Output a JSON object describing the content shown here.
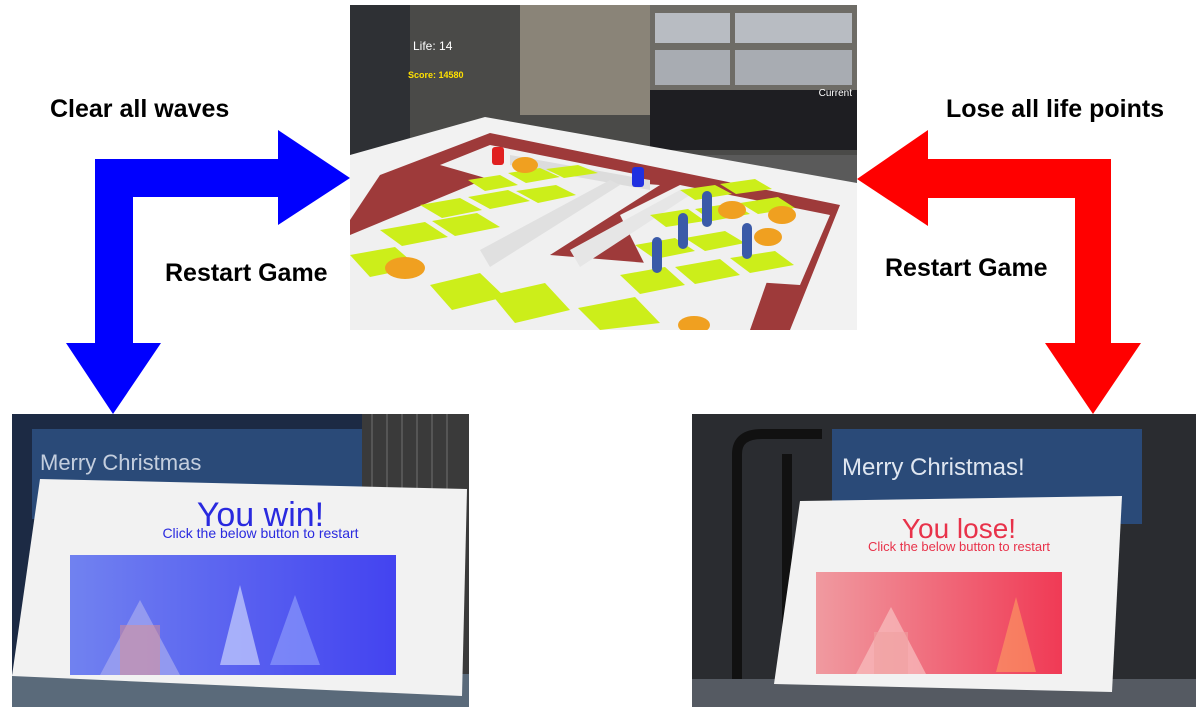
{
  "labels": {
    "clear_waves": "Clear all waves",
    "restart_left": "Restart Game",
    "lose_life": "Lose all life points",
    "restart_right": "Restart Game"
  },
  "game": {
    "life": "Life: 14",
    "score": "Score: 14580",
    "current": "Current"
  },
  "win_panel": {
    "title": "You win!",
    "subtitle": "Click the below button to restart",
    "background_text": "Merry Christmas"
  },
  "lose_panel": {
    "title": "You lose!",
    "subtitle": "Click the below button to restart",
    "background_text": "Merry Christmas!"
  },
  "colors": {
    "win_arrow": "#0000ff",
    "lose_arrow": "#ff0000",
    "win_text": "#2a2adf",
    "lose_text": "#e8324a",
    "score_yellow": "#ffe000",
    "tile_green": "#ccee1a",
    "floor_red": "#9e3a3a"
  }
}
